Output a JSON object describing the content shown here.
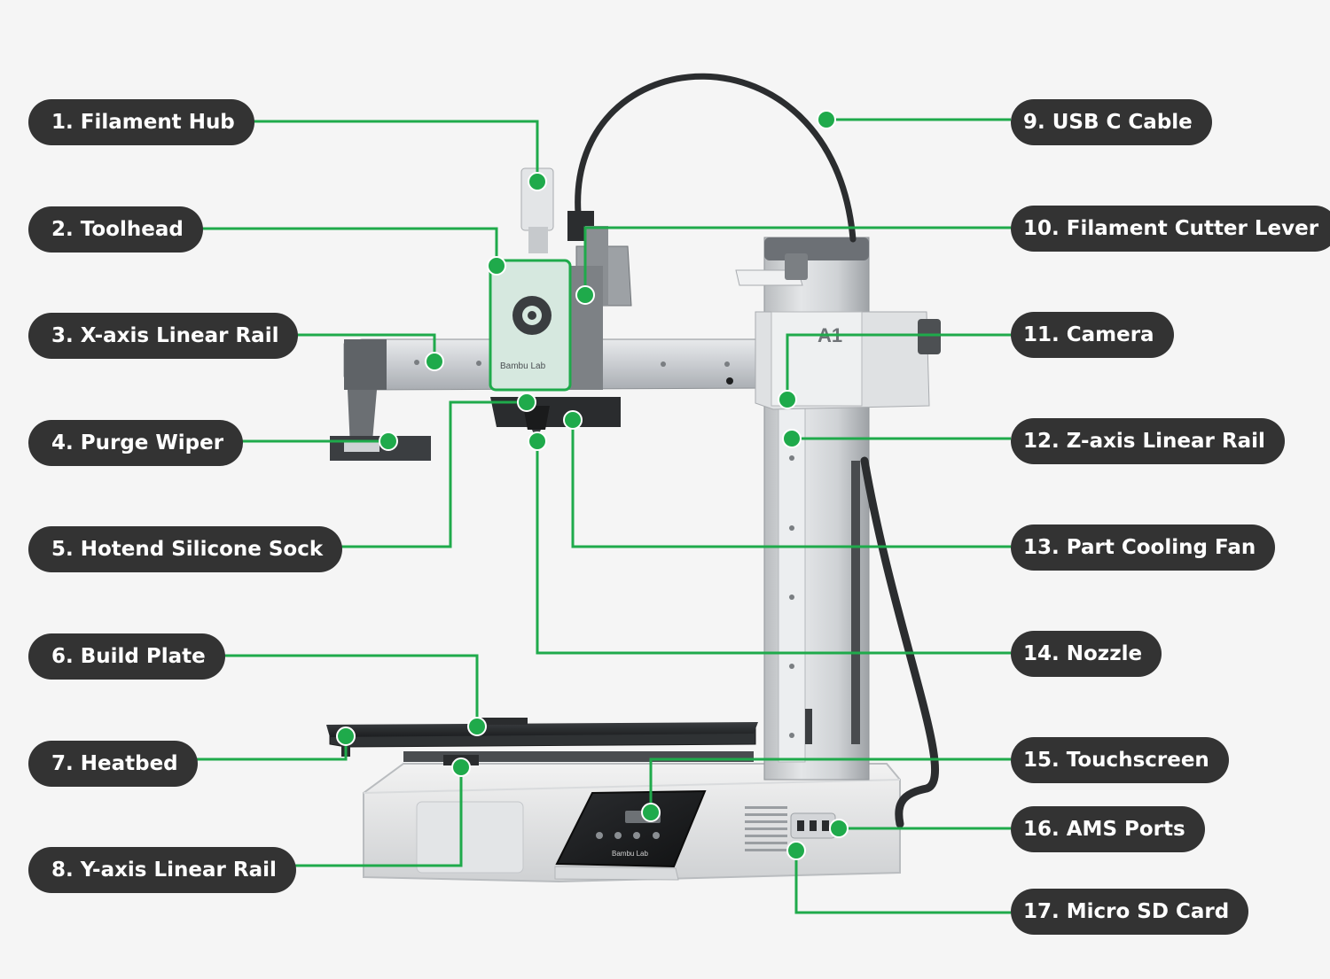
{
  "colors": {
    "background": "#f5f5f5",
    "label_bg": "#333333",
    "label_text": "#ffffff",
    "leader": "#1faa4b",
    "toolhead_face": "#d6e8df"
  },
  "printer_marks": {
    "toolhead_brand": "Bambu Lab",
    "screen_brand": "Bambu Lab",
    "model": "A1"
  },
  "callouts": [
    {
      "id": "filament-hub",
      "text": "1. Filament Hub"
    },
    {
      "id": "toolhead",
      "text": "2. Toolhead"
    },
    {
      "id": "x-axis-linear-rail",
      "text": "3. X-axis Linear Rail"
    },
    {
      "id": "purge-wiper",
      "text": "4. Purge Wiper"
    },
    {
      "id": "hotend-silicone-sock",
      "text": "5. Hotend Silicone Sock"
    },
    {
      "id": "build-plate",
      "text": "6. Build Plate"
    },
    {
      "id": "heatbed",
      "text": "7. Heatbed"
    },
    {
      "id": "y-axis-linear-rail",
      "text": "8. Y-axis Linear Rail"
    },
    {
      "id": "usb-c-cable",
      "text": "9. USB C Cable"
    },
    {
      "id": "filament-cutter-lever",
      "text": "10. Filament Cutter Lever"
    },
    {
      "id": "camera",
      "text": "11. Camera"
    },
    {
      "id": "z-axis-linear-rail",
      "text": "12. Z-axis Linear Rail"
    },
    {
      "id": "part-cooling-fan",
      "text": "13. Part Cooling Fan"
    },
    {
      "id": "nozzle",
      "text": "14. Nozzle"
    },
    {
      "id": "touchscreen",
      "text": "15. Touchscreen"
    },
    {
      "id": "ams-ports",
      "text": "16. AMS Ports"
    },
    {
      "id": "micro-sd-card",
      "text": "17. Micro SD Card"
    }
  ]
}
